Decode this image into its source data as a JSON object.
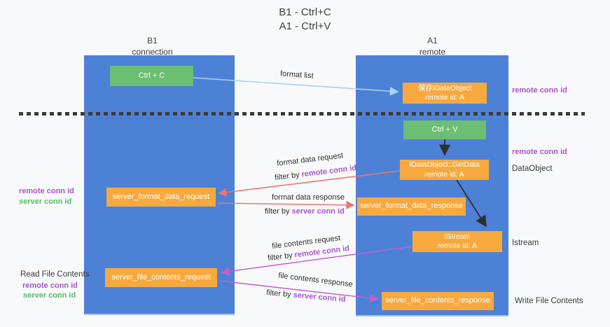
{
  "title": {
    "line1": "B1 - Ctrl+C",
    "line2": "A1 - Ctrl+V"
  },
  "lifelines": {
    "b1": {
      "name": "B1",
      "role": "connection"
    },
    "a1": {
      "name": "A1",
      "role": "remote"
    }
  },
  "nodes": {
    "ctrl_c": {
      "label": "Ctrl + C"
    },
    "save_idataobject": {
      "line1": "保存IDataObject",
      "line2": "remote id: A"
    },
    "ctrl_v": {
      "label": "Ctrl + V"
    },
    "getdata": {
      "line1": "IDataObject::GetData",
      "line2": "remote id: A"
    },
    "format_request": {
      "label": "server_format_data_request"
    },
    "format_response": {
      "label": "server_format_data_response"
    },
    "istream": {
      "line1": "IStream",
      "line2": "remote id: A"
    },
    "file_request": {
      "label": "server_file_contents_request"
    },
    "file_response": {
      "label": "server_file_contents_response"
    }
  },
  "labels": {
    "format_list": "format list",
    "format_data_request": "format data request",
    "format_data_response": "format data response",
    "file_contents_request": "file contents request",
    "file_contents_response": "file contents response",
    "filter_by": "filter by",
    "remote_conn_id": "remote conn id",
    "server_conn_id": "server conn id",
    "read_file_contents": "Read File Contents",
    "write_file_contents": "Write File Contents",
    "data_object": "DataObject",
    "istream": "Istream"
  },
  "colors": {
    "background": "#f8f9fa",
    "lifeline_blue": "#4d81d6",
    "node_green": "#6cbe72",
    "node_orange": "#f7a93e",
    "arrow_light_blue": "#a9d2ee",
    "arrow_red": "#f0736f",
    "arrow_magenta": "#c45fcf",
    "arrow_black": "#2f2f2f",
    "text_purple": "#a855c8",
    "text_green": "#57bb61"
  }
}
